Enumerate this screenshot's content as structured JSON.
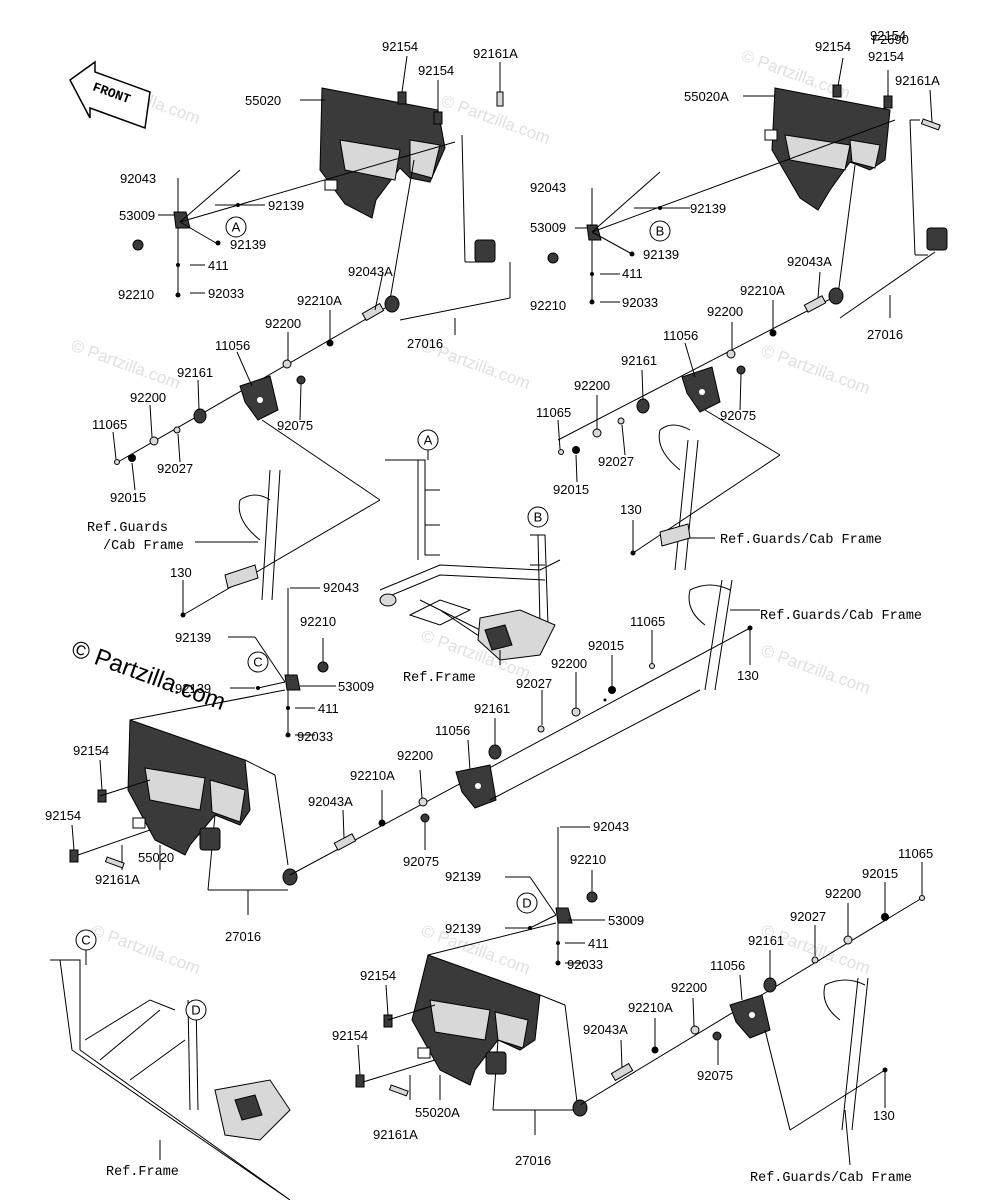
{
  "figure_code": "F2690",
  "front_label": "FRONT",
  "watermark": "© Partzilla.com",
  "callouts": {
    "a": "A",
    "b": "B",
    "c": "C",
    "d": "D"
  },
  "labels": {
    "p92154": "92154",
    "p92161A": "92161A",
    "p55020": "55020",
    "p55020A": "55020A",
    "p92043": "92043",
    "p53009": "53009",
    "p92139": "92139",
    "p92210": "92210",
    "p411": "411",
    "p92033": "92033",
    "p92043A": "92043A",
    "p92210A": "92210A",
    "p92200": "92200",
    "p11056": "11056",
    "p92161": "92161",
    "p11065": "11065",
    "p92027": "92027",
    "p92075": "92075",
    "p92015": "92015",
    "p27016": "27016",
    "p130": "130",
    "ref_guards": "Ref.Guards/Cab Frame",
    "ref_guards_l1": "Ref.Guards",
    "ref_guards_l2": "/Cab Frame",
    "ref_frame": "Ref.Frame"
  }
}
